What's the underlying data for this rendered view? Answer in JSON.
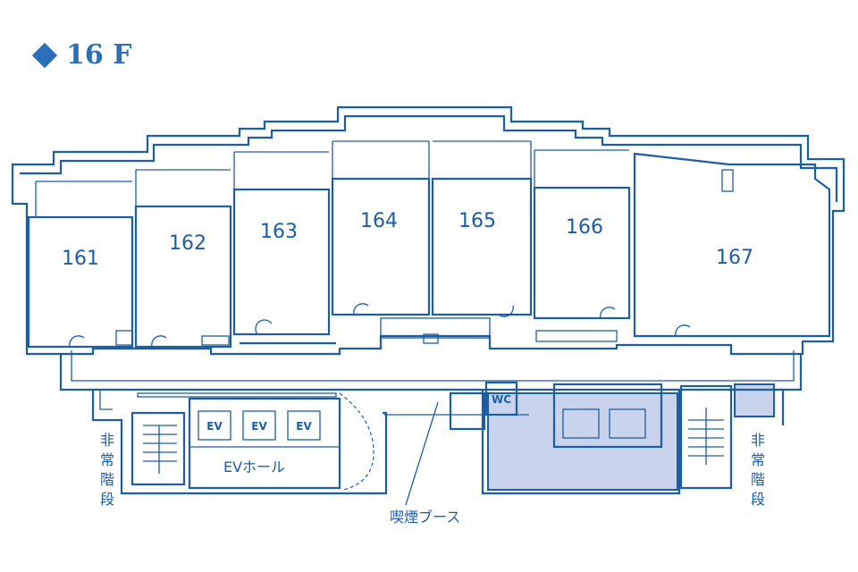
{
  "floor": {
    "title": "16 F"
  },
  "rooms": [
    {
      "id": "161",
      "label": "161"
    },
    {
      "id": "162",
      "label": "162"
    },
    {
      "id": "163",
      "label": "163"
    },
    {
      "id": "164",
      "label": "164"
    },
    {
      "id": "165",
      "label": "165"
    },
    {
      "id": "166",
      "label": "166"
    },
    {
      "id": "167",
      "label": "167"
    }
  ],
  "facilities": {
    "ev_hall": "EVホール",
    "elevators": [
      "EV",
      "EV",
      "EV"
    ],
    "wc": "WC",
    "smoking_booth": "喫煙ブース",
    "emergency_stairs_left": [
      "非",
      "常",
      "階",
      "段"
    ],
    "emergency_stairs_right": [
      "非",
      "常",
      "階",
      "段"
    ]
  },
  "colors": {
    "line": "#1c5ea6",
    "accent": "#2a6fb8",
    "shaded_area": "#c9d3ee"
  }
}
